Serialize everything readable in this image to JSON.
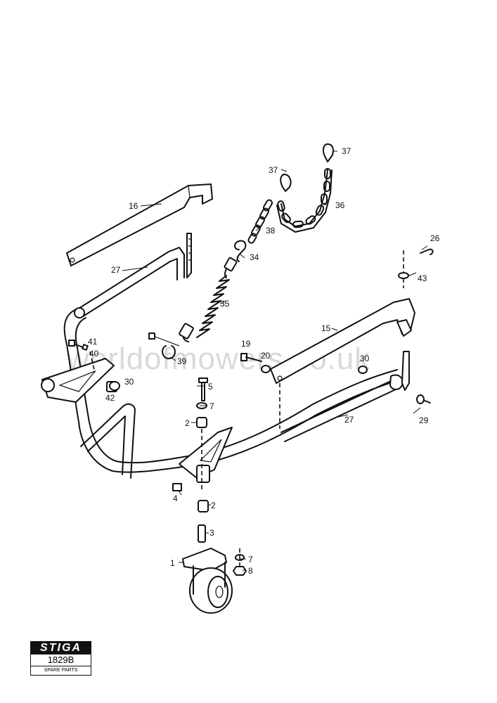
{
  "watermark": "worldofmowers.co.uk",
  "logo": {
    "brand": "STIGA",
    "code": "1829B",
    "subtitle": "SPARE PARTS"
  },
  "callouts": [
    {
      "id": "c1",
      "label": "1"
    },
    {
      "id": "c2a",
      "label": "2"
    },
    {
      "id": "c2b",
      "label": "2"
    },
    {
      "id": "c3",
      "label": "3"
    },
    {
      "id": "c4",
      "label": "4"
    },
    {
      "id": "c5",
      "label": "5"
    },
    {
      "id": "c7a",
      "label": "7"
    },
    {
      "id": "c7b",
      "label": "7"
    },
    {
      "id": "c8",
      "label": "8"
    },
    {
      "id": "c15",
      "label": "15"
    },
    {
      "id": "c16",
      "label": "16"
    },
    {
      "id": "c19",
      "label": "19"
    },
    {
      "id": "c20",
      "label": "20"
    },
    {
      "id": "c26",
      "label": "26"
    },
    {
      "id": "c27a",
      "label": "27"
    },
    {
      "id": "c27b",
      "label": "27"
    },
    {
      "id": "c29",
      "label": "29"
    },
    {
      "id": "c30a",
      "label": "30"
    },
    {
      "id": "c30b",
      "label": "30"
    },
    {
      "id": "c34",
      "label": "34"
    },
    {
      "id": "c35",
      "label": "35"
    },
    {
      "id": "c36",
      "label": "36"
    },
    {
      "id": "c37a",
      "label": "37"
    },
    {
      "id": "c37b",
      "label": "37"
    },
    {
      "id": "c38",
      "label": "38"
    },
    {
      "id": "c39",
      "label": "39"
    },
    {
      "id": "c40",
      "label": "40"
    },
    {
      "id": "c41",
      "label": "41"
    },
    {
      "id": "c42",
      "label": "42"
    },
    {
      "id": "c43",
      "label": "43"
    }
  ]
}
